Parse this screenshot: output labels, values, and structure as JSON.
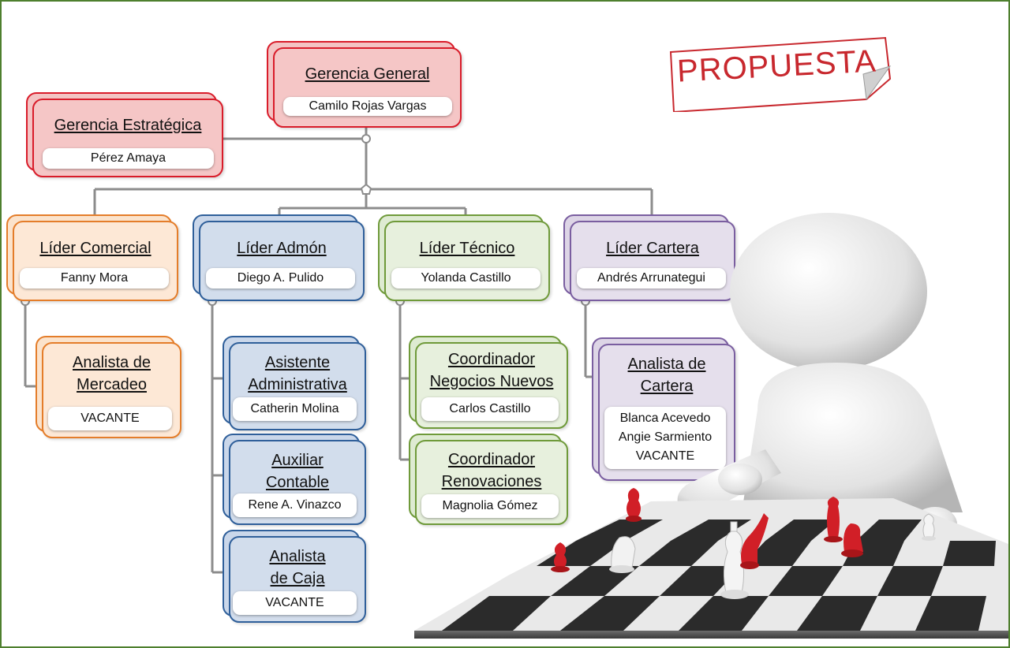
{
  "stamp": "PROPUESTA",
  "gerencia_general": {
    "title": "Gerencia General",
    "name": "Camilo Rojas Vargas"
  },
  "gerencia_estrategica": {
    "title": "Gerencia Estratégica",
    "name": "Pérez Amaya"
  },
  "lider_comercial": {
    "title": "Líder Comercial",
    "name": "Fanny Mora"
  },
  "lider_admon": {
    "title": "Líder Admón",
    "name": "Diego A. Pulido"
  },
  "lider_tecnico": {
    "title": "Líder Técnico",
    "name": "Yolanda Castillo"
  },
  "lider_cartera": {
    "title": "Líder Cartera",
    "name": "Andrés Arrunategui"
  },
  "analista_mercadeo": {
    "title_lines": [
      "Analista de",
      "Mercadeo"
    ],
    "name": "VACANTE"
  },
  "asistente_administrativa": {
    "title_lines": [
      "Asistente",
      "Administrativa"
    ],
    "name": "Catherin Molina"
  },
  "auxiliar_contable": {
    "title_lines": [
      "Auxiliar",
      "Contable"
    ],
    "name": "Rene A. Vinazco"
  },
  "analista_caja": {
    "title_lines": [
      "Analista",
      "de Caja"
    ],
    "name": "VACANTE"
  },
  "coord_negocios": {
    "title_lines": [
      "Coordinador",
      "Negocios Nuevos"
    ],
    "name": "Carlos Castillo"
  },
  "coord_renovaciones": {
    "title_lines": [
      "Coordinador",
      "Renovaciones"
    ],
    "name": "Magnolia Gómez"
  },
  "analista_cartera": {
    "title_lines": [
      "Analista de",
      "Cartera"
    ],
    "names": [
      "Blanca Acevedo",
      "Angie Sarmiento",
      "VACANTE"
    ]
  },
  "colors": {
    "red": "#d91c2a",
    "orange": "#e47d2a",
    "blue": "#2f5f9a",
    "green": "#6f9a3a",
    "purple": "#7a5ea0",
    "connector": "#8c8c8c"
  }
}
